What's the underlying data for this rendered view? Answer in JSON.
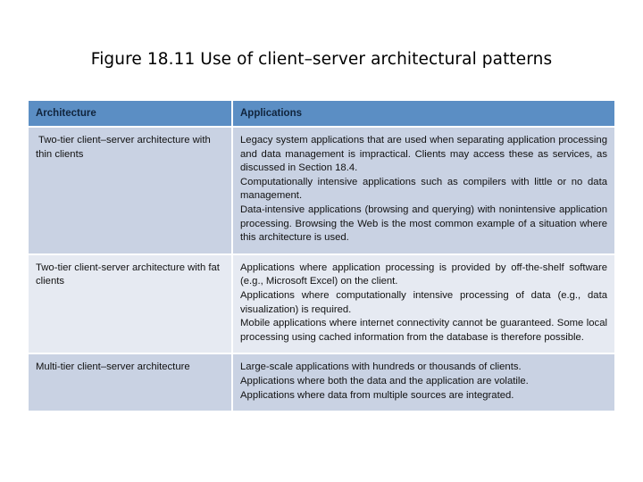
{
  "figure": {
    "title": "Figure 18.11 Use of client–server architectural patterns"
  },
  "table": {
    "headers": {
      "architecture": "Architecture",
      "applications": "Applications"
    },
    "rows": [
      {
        "architecture": " Two-tier client–server architecture with thin clients",
        "applications": [
          "Legacy system applications that are used when separating application processing and data management is impractical. Clients may access these as services, as discussed in Section 18.4.",
          "Computationally intensive applications such as compilers with little or no data management.",
          "Data-intensive applications (browsing and querying) with nonintensive application processing. Browsing the Web is the most common example of a situation where this architecture is used."
        ]
      },
      {
        "architecture": "Two-tier client-server architecture with fat clients",
        "applications": [
          "Applications where application processing is provided by off-the-shelf software (e.g., Microsoft Excel) on the client.",
          "Applications where computationally intensive processing of data (e.g., data visualization) is required.",
          "Mobile applications where internet connectivity cannot be guaranteed. Some local processing using cached information from the database is therefore possible."
        ]
      },
      {
        "architecture": "Multi-tier client–server architecture",
        "applications": [
          "Large-scale applications with hundreds or thousands of clients.",
          "Applications where both the data and the application are volatile.",
          "Applications where data from multiple sources are integrated."
        ]
      }
    ]
  },
  "colors": {
    "header_bg": "#5b8ec4",
    "row_shade_dark": "#c9d2e3",
    "row_shade_light": "#e6eaf2",
    "page_bg": "#ffffff",
    "text": "#111111"
  }
}
